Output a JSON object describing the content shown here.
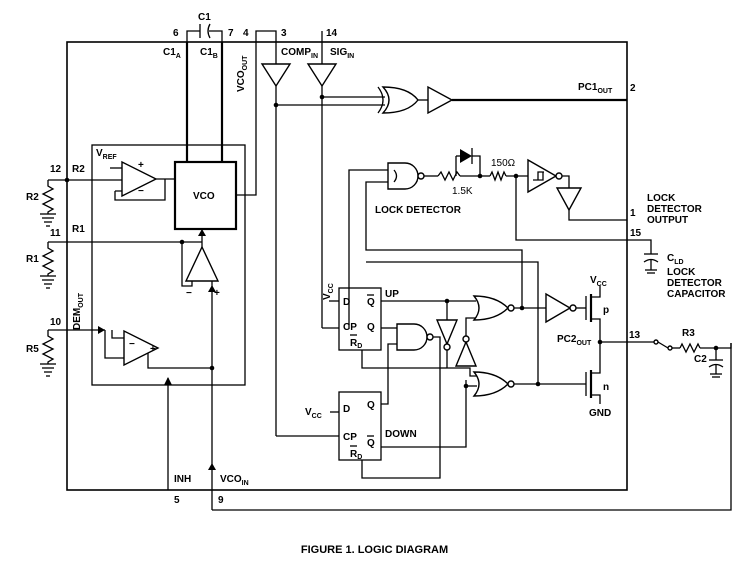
{
  "diagram": {
    "caption": "FIGURE 1.  LOGIC DIAGRAM",
    "pins": {
      "c1a_num": "6",
      "c1b_num": "7",
      "vco_out_num": "4",
      "comp_in_num": "3",
      "sig_in_num": "14",
      "pc1_out_num": "2",
      "r2_num": "12",
      "r1_num": "11",
      "dem_out_num": "10",
      "lock_out_num": "1",
      "cld_num": "15",
      "pc2_out_num": "13",
      "inh_num": "5",
      "vco_in_num": "9"
    },
    "labels": {
      "c1": "C1",
      "c1a": "C1",
      "c1a_sub": "A",
      "c1b": "C1",
      "c1b_sub": "B",
      "vco_out": "VCO",
      "vco_out_sub": "OUT",
      "comp_in": "COMP",
      "comp_in_sub": "IN",
      "sig_in": "SIG",
      "sig_in_sub": "IN",
      "pc1_out": "PC1",
      "pc1_out_sub": "OUT",
      "vref": "V",
      "vref_sub": "REF",
      "vco": "VCO",
      "r2": "R2",
      "r2_int": "R2",
      "r1": "R1",
      "r1_int": "R1",
      "r5": "R5",
      "dem_out": "DEM",
      "dem_out_sub": "OUT",
      "lock_detector": "LOCK DETECTOR",
      "res_1k5": "1.5K",
      "res_150": "150Ω",
      "lock_det_output": [
        "LOCK",
        "DETECTOR",
        "OUTPUT"
      ],
      "cld": "C",
      "cld_sub": "LD",
      "cld_desc": [
        "LOCK",
        "DETECTOR",
        "CAPACITOR"
      ],
      "vcc_upper": "V",
      "vcc_upper_sub": "CC",
      "vcc_ff1": "V",
      "vcc_ff1_sub": "CC",
      "vcc_ff2": "V",
      "vcc_ff2_sub": "CC",
      "up": "UP",
      "down": "DOWN",
      "ff_d": "D",
      "ff_q": "Q",
      "ff_qbar": "Q",
      "ff_cp": "CP",
      "ff_rd": "R",
      "ff_rd_sub": "D",
      "pc2_out": "PC2",
      "pc2_out_sub": "OUT",
      "p_label": "p",
      "n_label": "n",
      "gnd": "GND",
      "r3": "R3",
      "c2": "C2",
      "inh": "INH",
      "vco_in": "VCO",
      "vco_in_sub": "IN",
      "plus": "+",
      "minus": "−"
    }
  }
}
